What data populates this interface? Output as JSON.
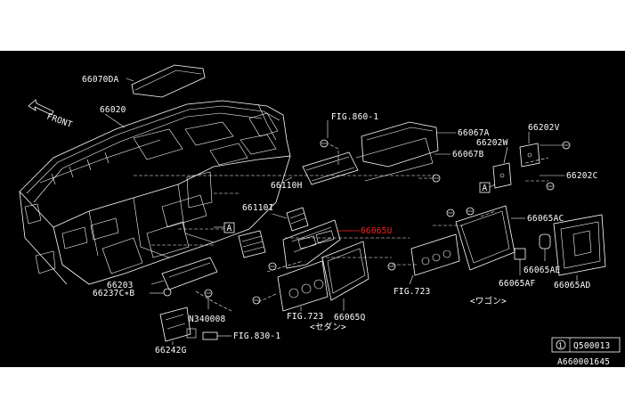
{
  "labels": {
    "p66070DA": "66070DA",
    "p66020": "66020",
    "front": "FRONT",
    "fig860": "FIG.860-1",
    "p66067A": "66067A",
    "p66067B": "66067B",
    "p66202V": "66202V",
    "p66202W": "66202W",
    "p66202C": "66202C",
    "p66110H": "66110H",
    "p66110I": "66110I",
    "p66065U": "66065U",
    "p66065AC": "66065AC",
    "p66065AE": "66065AE",
    "p66065AF": "66065AF",
    "p66065AD": "66065AD",
    "fig723a": "FIG.723",
    "fig723b": "FIG.723",
    "wagon": "<ワゴン>",
    "sedan": "<セダン>",
    "p66065Q": "66065Q",
    "p66203": "66203",
    "p66237C": "66237C∗B",
    "n340008": "N340008",
    "fig830": "FIG.830-1",
    "p66242G": "66242G",
    "refA1": "A",
    "refA2": "A",
    "note_num": "1",
    "note_code": "Q500013",
    "drawing_id": "A660001645"
  },
  "colors": {
    "background": "#000000",
    "line": "#ffffff",
    "highlight": "#ff2020"
  }
}
